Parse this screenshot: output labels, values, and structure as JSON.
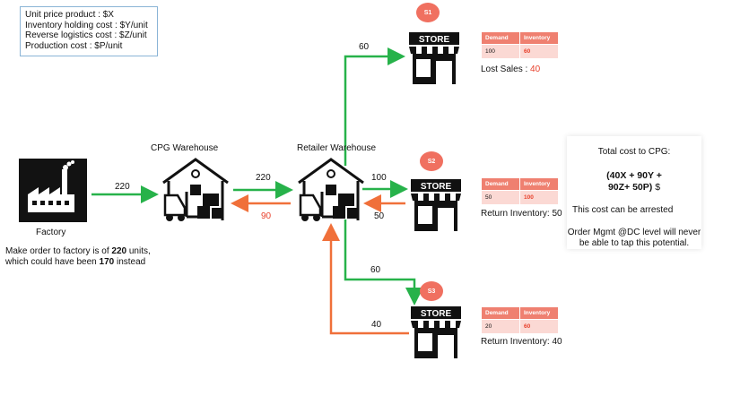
{
  "cost_legend": {
    "line1": "Unit price product : $X",
    "line2": "Inventory holding cost : $Y/unit",
    "line3": "Reverse logistics cost : $Z/unit",
    "line4": "Production cost : $P/unit"
  },
  "nodes": {
    "factory": "Factory",
    "cpg_warehouse": "CPG Warehouse",
    "retailer_warehouse": "Retailer Warehouse",
    "store_label": "STORE"
  },
  "factory_note": {
    "prefix": "Make order to factory is of ",
    "amount": "220",
    "mid": " units,",
    "line2_prefix": "which could have been ",
    "alt_amount": "170",
    "line2_suffix": " instead"
  },
  "flows": {
    "factory_to_cpg": "220",
    "cpg_to_retailer": "220",
    "retailer_to_cpg": "90",
    "retailer_to_s1": "60",
    "retailer_to_s2": "100",
    "s2_to_retailer": "50",
    "retailer_to_s3": "60",
    "s3_to_retailer": "40"
  },
  "stores": [
    {
      "badge": "S1",
      "header_demand": "Demand",
      "header_inventory": "Inventory",
      "demand": "100",
      "inventory": "60",
      "note_label": "Lost Sales : ",
      "note_value": "40"
    },
    {
      "badge": "S2",
      "header_demand": "Demand",
      "header_inventory": "Inventory",
      "demand": "50",
      "inventory": "100",
      "note_label": "Return Inventory: 50"
    },
    {
      "badge": "S3",
      "header_demand": "Demand",
      "header_inventory": "Inventory",
      "demand": "20",
      "inventory": "60",
      "note_label": "Return Inventory: 40"
    }
  ],
  "total_box": {
    "title": "Total cost to CPG:",
    "formula_line1": "(40X + 90Y +",
    "formula_line2": "90Z+ 50P)",
    "formula_suffix": " $",
    "arrested": "This cost can be arrested",
    "mgmt": "Order Mgmt @DC level will never be able to tap this potential."
  },
  "colors": {
    "green": "#27b24a",
    "orange": "#f0703a",
    "red_value": "#e8412c",
    "badge": "#f07060"
  }
}
